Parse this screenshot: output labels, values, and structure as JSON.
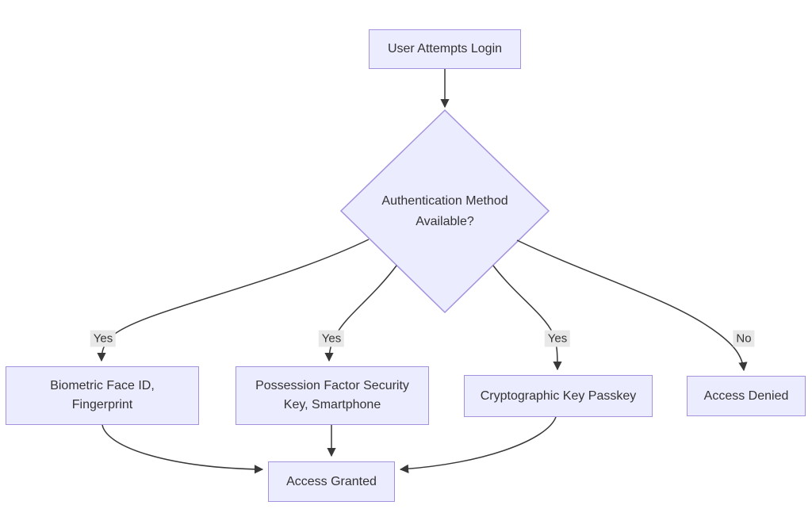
{
  "diagram": {
    "type": "flowchart",
    "colors": {
      "background": "#ffffff",
      "node_fill": "#ECECFF",
      "node_border": "#a492de",
      "edge_stroke": "#383838",
      "edge_label_bg": "#e8e8e8",
      "text": "#333333"
    },
    "nodes": {
      "login": {
        "label": "User Attempts Login"
      },
      "decision": {
        "lines": [
          "Authentication Method",
          "Available?"
        ]
      },
      "biometric": {
        "lines": [
          "Biometric Face ID,",
          "Fingerprint"
        ]
      },
      "possession": {
        "lines": [
          "Possession Factor Security",
          "Key, Smartphone"
        ]
      },
      "passkey": {
        "label": "Cryptographic Key Passkey"
      },
      "denied": {
        "label": "Access Denied"
      },
      "granted": {
        "label": "Access Granted"
      }
    },
    "edge_labels": {
      "decision_to_biometric": "Yes",
      "decision_to_possession": "Yes",
      "decision_to_passkey": "Yes",
      "decision_to_denied": "No"
    }
  }
}
